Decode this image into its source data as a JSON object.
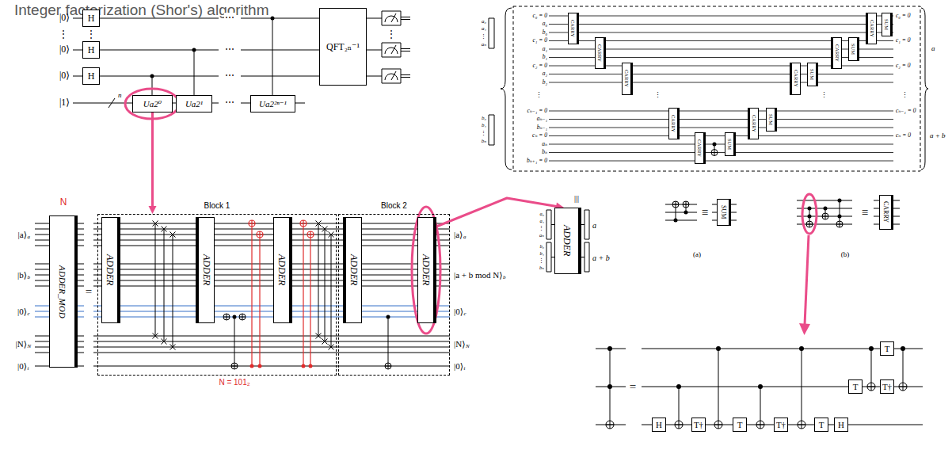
{
  "diagram": {
    "title": "Integer factorization (Shor's) algorithm",
    "nodes": [
      {
        "text": [
          "H"
        ]
      },
      {
        "text": [
          "H"
        ]
      },
      {
        "text": [
          "H"
        ]
      },
      {
        "text": [
          "Ua2⁰"
        ]
      },
      {
        "text": [
          "Ua2¹"
        ]
      },
      {
        "text": [
          "Ua2²ⁿ⁻¹"
        ]
      },
      {
        "text": [
          "QFT₂ₙ⁻¹"
        ]
      },
      {
        "text": [
          "CARRY"
        ]
      },
      {
        "text": [
          "CARRY"
        ]
      },
      {
        "text": [
          "CARRY"
        ]
      },
      {
        "text": [
          "CARRY"
        ]
      },
      {
        "text": [
          "CARRY"
        ]
      },
      {
        "text": [
          "SUM"
        ]
      },
      {
        "text": [
          "CARRY"
        ]
      },
      {
        "text": [
          "SUM"
        ]
      },
      {
        "text": [
          "CARRY"
        ]
      },
      {
        "text": [
          "SUM"
        ]
      },
      {
        "text": [
          "CARRY"
        ]
      },
      {
        "text": [
          "SUM"
        ]
      },
      {
        "text": [
          "CARRY"
        ]
      },
      {
        "text": [
          "SUM"
        ]
      },
      {
        "text": [
          "ADDER_MOD"
        ]
      },
      {
        "text": [
          "Block 1"
        ]
      },
      {
        "text": [
          "ADDER"
        ],
        "in": 22
      },
      {
        "text": [
          "ADDER"
        ],
        "in": 22
      },
      {
        "text": [
          "ADDER"
        ],
        "in": 22
      },
      {
        "text": [
          "Block 2"
        ]
      },
      {
        "text": [
          "ADDER"
        ],
        "in": 26
      },
      {
        "text": [
          "ADDER"
        ],
        "in": 26
      },
      {
        "text": [
          "ADDER"
        ]
      },
      {
        "text": [
          "SUM"
        ]
      },
      {
        "text": [
          "CARRY"
        ]
      },
      {
        "text": [
          "T"
        ]
      },
      {
        "text": [
          "T"
        ]
      },
      {
        "text": [
          "T†"
        ]
      },
      {
        "text": [
          "H"
        ]
      },
      {
        "text": [
          "T†"
        ]
      },
      {
        "text": [
          "T"
        ]
      },
      {
        "text": [
          "T†"
        ]
      },
      {
        "text": [
          "T"
        ]
      },
      {
        "text": [
          "H"
        ]
      }
    ],
    "edges": [
      {
        "from": 3,
        "to": 22,
        "arrow": "to"
      },
      {
        "from": 28,
        "to": 29,
        "arrow": "to"
      }
    ],
    "labels": [
      "|0⟩",
      "⋮",
      "⋮",
      "|0⟩",
      "|0⟩",
      "|1⟩",
      "n",
      "⋯",
      "⋯",
      "⋯",
      "⋯",
      "⋮",
      "c₀ = 0",
      "a₀",
      "b₀",
      "c₁ = 0",
      "a₁",
      "b₁",
      "c₂ = 0",
      "a₂",
      "b₂",
      "⋮",
      "cₙ₋₁ = 0",
      "aₙ₋₁",
      "bₙ₋₁",
      "cₙ = 0",
      "aₙ",
      "bₙ",
      "bₙ₊₁ = 0",
      "c₀ = 0",
      "c₁ = 0",
      "c₂ = 0",
      "⋮",
      "cₙ₋₁ = 0",
      "cₙ = 0",
      "⋮",
      "⋮",
      "a₀",
      "a₁",
      "⋮",
      "aₙ",
      "b₀",
      "b₁",
      "⋮",
      "bₙ",
      "a",
      "a + b",
      "|||",
      "a₀",
      "a₁",
      "⋮",
      "aₙ",
      "b₀",
      "b₁",
      "⋮",
      "bₙ",
      "a",
      "a + b",
      "≡",
      "(a)",
      "≡",
      "(b)",
      "=",
      "N",
      "|a⟩",
      "a",
      "|b⟩",
      "b",
      "|0⟩",
      "c",
      "|N⟩",
      "N",
      "|0⟩",
      "t",
      "=",
      "N = 101₂",
      "|a⟩",
      "a",
      "|a + b mod N⟩",
      "b",
      "|0⟩",
      "c",
      "|N⟩",
      "N",
      "|0⟩",
      "t"
    ]
  }
}
